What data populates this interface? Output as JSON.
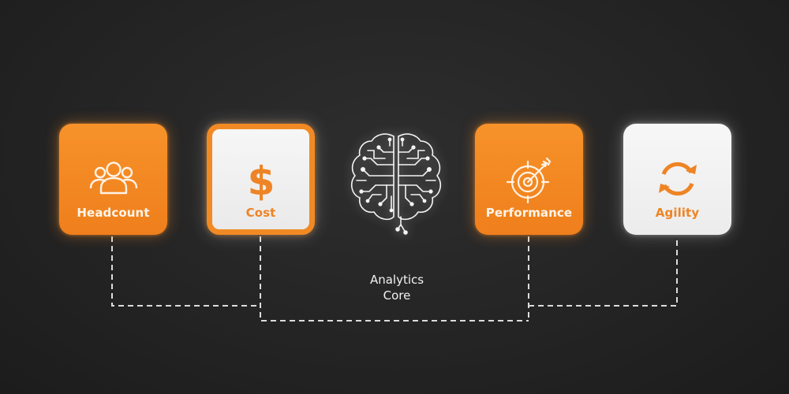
{
  "diagram": {
    "background": "#262626",
    "accent_color": "#f18a24",
    "nodes": [
      {
        "id": "headcount",
        "label": "Headcount",
        "icon": "people-group-icon",
        "style": "orange"
      },
      {
        "id": "cost",
        "label": "Cost",
        "icon": "dollar-sign-icon",
        "style": "white-bordered"
      },
      {
        "id": "performance",
        "label": "Performance",
        "icon": "target-arrow-icon",
        "style": "orange"
      },
      {
        "id": "agility",
        "label": "Agility",
        "icon": "refresh-cycle-icon",
        "style": "white"
      }
    ],
    "center": {
      "icon": "circuit-brain-icon",
      "label_line1": "Analytics",
      "label_line2": "Core"
    },
    "connectors": [
      {
        "from": "headcount",
        "to": "cost",
        "style": "dashed"
      },
      {
        "from": "cost",
        "to": "performance",
        "style": "dashed"
      },
      {
        "from": "performance",
        "to": "agility",
        "style": "dashed"
      }
    ]
  }
}
